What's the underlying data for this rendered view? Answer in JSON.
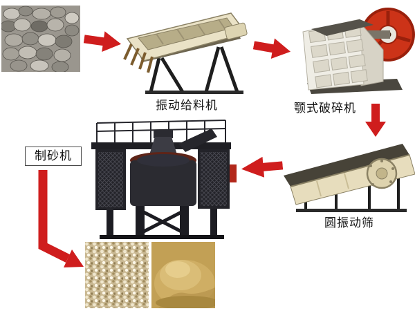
{
  "colors": {
    "arrow_red": "#cf1d1d",
    "label_text": "#111111",
    "background": "#ffffff",
    "machine_cream": "#eae2c6",
    "machine_dark": "#2b2b31"
  },
  "flow": {
    "sequence": [
      "raw_material",
      "feeder",
      "jaw_crusher",
      "vibrating_screen",
      "sand_maker",
      "finished_sand"
    ],
    "labels": {
      "feeder": "振动给料机",
      "jaw_crusher": "颚式破碎机",
      "vibrating_screen": "圆振动筛",
      "sand_maker": "制砂机"
    },
    "images": {
      "raw_material": "raw-stone-pile-photo",
      "feeder": "vibrating-feeder-machine",
      "jaw_crusher": "jaw-crusher-machine",
      "vibrating_screen": "circular-vibrating-screen-machine",
      "sand_maker": "vertical-shaft-sand-maker-machine",
      "product_coarse": "coarse-sand-product-photo",
      "product_fine": "fine-sand-product-photo"
    }
  }
}
